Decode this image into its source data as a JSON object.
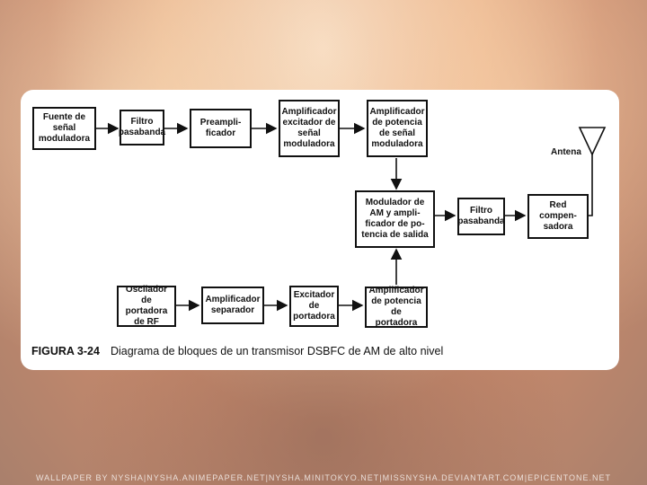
{
  "blocks": {
    "fuente": "Fuente de\nseñal\nmoduladora",
    "filtro1": "Filtro\npasabanda",
    "preamp": "Preampli-\nficador",
    "amp_exc": "Amplificador\nexcitador de\nseñal\nmoduladora",
    "amp_pot_senal": "Amplificador\nde potencia\nde señal\nmoduladora",
    "modulador": "Modulador de\nAM y ampli-\nficador de po-\ntencia de salida",
    "filtro2": "Filtro\npasabanda",
    "red": "Red\ncompen-\nsadora",
    "oscilador": "Oscilador de\nportadora\nde RF",
    "amp_sep": "Amplificador\nseparador",
    "excitador": "Excitador\nde\nportadora",
    "amp_pot_port": "Amplificador\nde potencia de\nportadora"
  },
  "antenna_label": "Antena",
  "caption": {
    "figure_number": "FIGURA 3-24",
    "text": "Diagrama de bloques de un transmisor DSBFC de AM de alto nivel"
  },
  "watermark": "WALLPAPER BY NYSHA|NYSHA.ANIMEPAPER.NET|NYSHA.MINITOKYO.NET|MISSNYSHA.DEVIANTART.COM|EPICENTONE.NET"
}
